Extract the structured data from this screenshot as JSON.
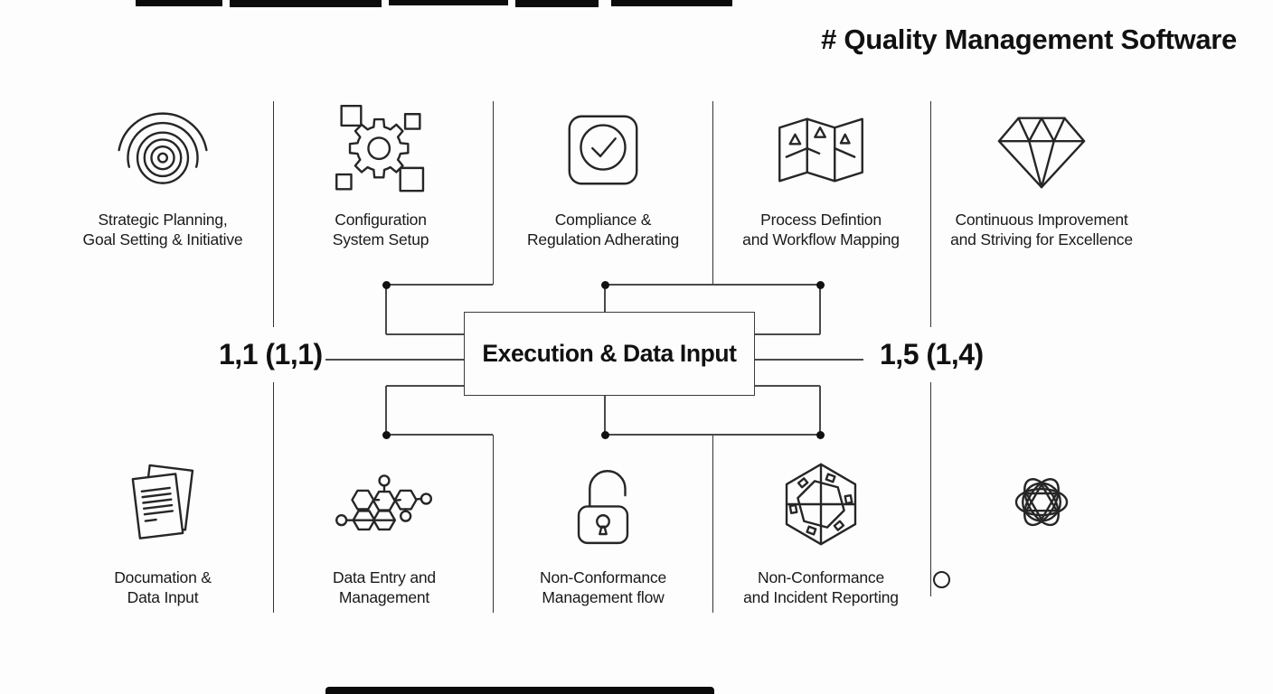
{
  "page": {
    "title": "# Quality Management Software",
    "background_color": "#fdfdfd",
    "ink_color": "#161616",
    "has_redacted_bar_top": true,
    "has_redacted_bar_bottom": true
  },
  "center": {
    "box_label": "Execution & Data Input",
    "left_label": "1,1 (1,1)",
    "right_label": "1,5 (1,4)"
  },
  "top_row": [
    {
      "icon": "target-rings-icon",
      "label_lines": [
        "Strategic Planning,",
        "Goal Setting & Initiative"
      ]
    },
    {
      "icon": "gear-squares-icon",
      "label_lines": [
        "Configuration",
        "System Setup"
      ]
    },
    {
      "icon": "checkmark-badge-icon",
      "label_lines": [
        "Compliance &",
        "Regulation Adherating"
      ]
    },
    {
      "icon": "folded-map-icon",
      "label_lines": [
        "Process Defintion",
        "and Workflow Mapping"
      ]
    },
    {
      "icon": "diamond-icon",
      "label_lines": [
        "Continuous Improvement",
        "and Striving for Excellence"
      ]
    }
  ],
  "bottom_row": [
    {
      "icon": "documents-icon",
      "label_lines": [
        "Documation &",
        "Data Input"
      ]
    },
    {
      "icon": "molecule-network-icon",
      "label_lines": [
        "Data Entry and",
        "Management"
      ]
    },
    {
      "icon": "open-padlock-icon",
      "label_lines": [
        "Non-Conformance",
        "Management flow"
      ]
    },
    {
      "icon": "hexagon-incident-icon",
      "label_lines": [
        "Non-Conformance",
        "and Incident Reporting"
      ]
    },
    {
      "icon": "scribble-network-icon",
      "label_lines": []
    }
  ]
}
